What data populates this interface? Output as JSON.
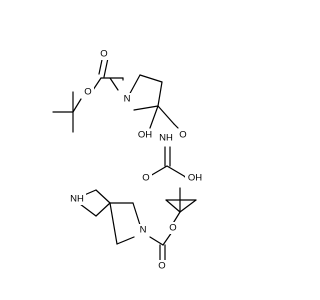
{
  "molecule_1": {
    "atoms": {
      "ester_o": "O",
      "carbonyl_o": "O",
      "ring_n": "N",
      "oh": "OH",
      "nh": "NH",
      "amide_o": "O"
    }
  },
  "molecule_2": {
    "atoms": {
      "carbonyl_o": "O",
      "oh": "OH"
    }
  },
  "molecule_3": {
    "atoms": {
      "ring_nh": "NH",
      "ring_n": "N",
      "ester_o": "O",
      "carbonyl_o": "O"
    }
  }
}
